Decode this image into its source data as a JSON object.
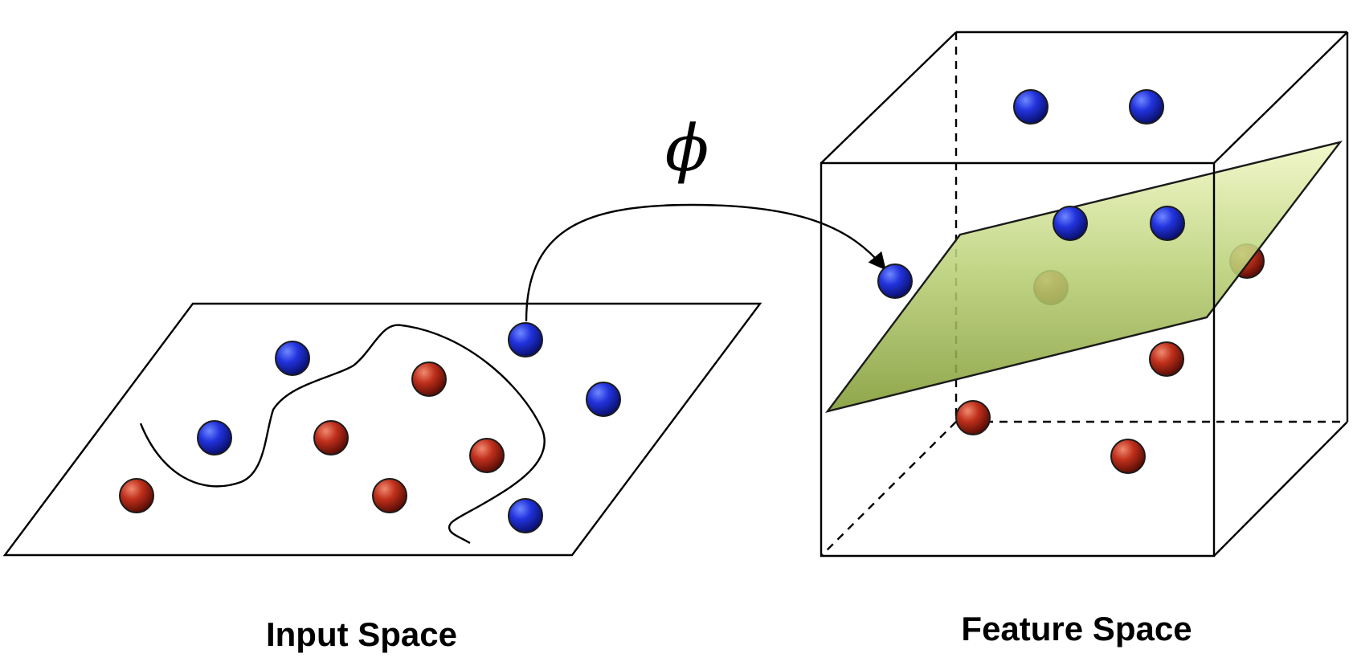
{
  "captions": {
    "input_space": "Input Space",
    "feature_space": "Feature Space"
  },
  "mapping": {
    "symbol": "ϕ"
  },
  "colors": {
    "blue_point": "#1f2fd1",
    "red_point": "#b52a1a",
    "hyperplane": "#a8c44a",
    "line": "#000000"
  }
}
